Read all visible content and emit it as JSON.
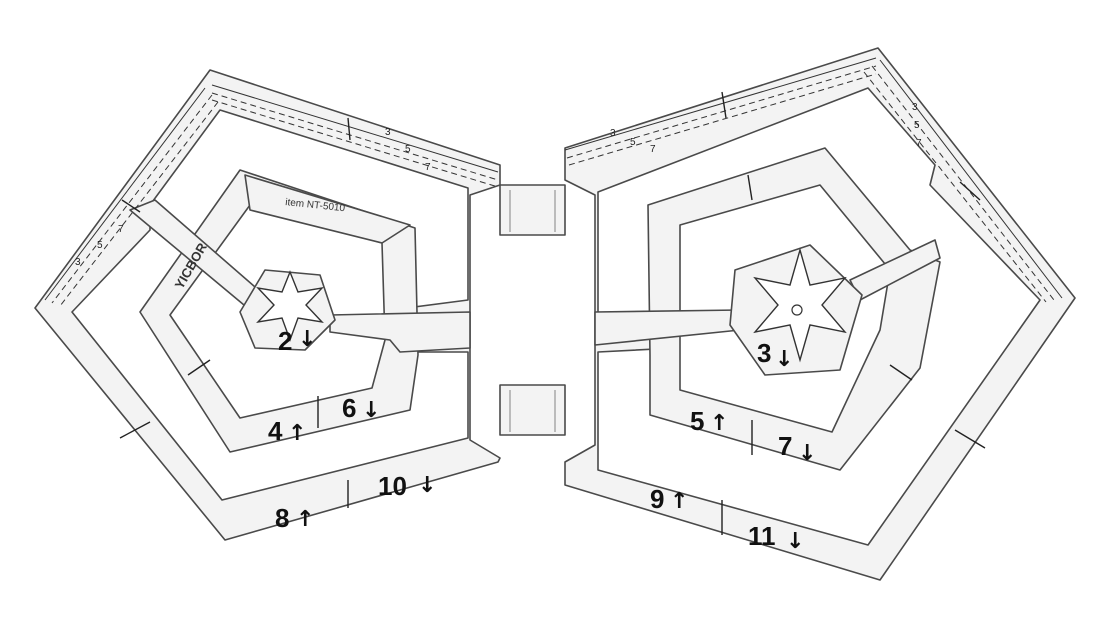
{
  "brand": "YICBOR",
  "item_code": "item NT-5010",
  "seam_marks": [
    "3",
    "5",
    "7"
  ],
  "labels": [
    {
      "n": "2",
      "arrow": "↓"
    },
    {
      "n": "3",
      "arrow": "↓"
    },
    {
      "n": "4",
      "arrow": "↑"
    },
    {
      "n": "5",
      "arrow": "↑"
    },
    {
      "n": "6",
      "arrow": "↓"
    },
    {
      "n": "7",
      "arrow": "↓"
    },
    {
      "n": "8",
      "arrow": "↑"
    },
    {
      "n": "9",
      "arrow": "↑"
    },
    {
      "n": "10",
      "arrow": "↓"
    },
    {
      "n": "11",
      "arrow": "↓"
    }
  ]
}
